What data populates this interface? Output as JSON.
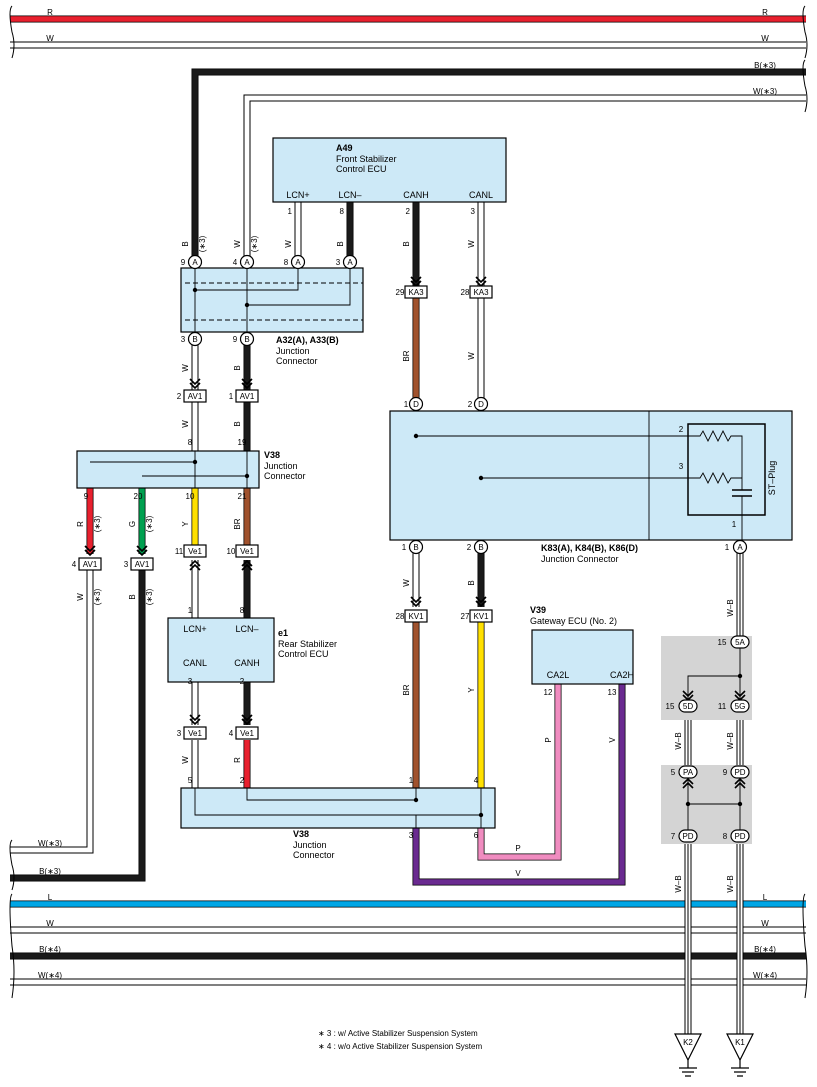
{
  "colors": {
    "R": "#e8202e",
    "W": "#ffffff",
    "B": "#1a1a1a",
    "L": "#00a6e6",
    "BR": "#a0522d",
    "Y": "#ffe000",
    "G": "#00a050",
    "P": "#f08cc0",
    "V": "#6a2a90",
    "WB": "#ffffff",
    "box": "#cde9f7",
    "grey": "#d4d4d4"
  },
  "bus_labels": {
    "r": "R",
    "w": "W",
    "b3": "B(∗3)",
    "w3": "W(∗3)",
    "l": "L",
    "w_low": "W",
    "b4": "B(∗4)",
    "w4": "W(∗4)",
    "w3_left": "W(∗3)",
    "b3_left": "B(∗3)"
  },
  "a49": {
    "code": "A49",
    "name1": "Front Stabilizer",
    "name2": "Control ECU",
    "pins": [
      {
        "name": "LCN+",
        "num": "1"
      },
      {
        "name": "LCN–",
        "num": "8"
      },
      {
        "name": "CANH",
        "num": "2"
      },
      {
        "name": "CANL",
        "num": "3"
      }
    ]
  },
  "a32": {
    "code": "A32(A), A33(B)",
    "name1": "Junction",
    "name2": "Connector"
  },
  "v38top": {
    "code": "V38",
    "name1": "Junction",
    "name2": "Connector"
  },
  "k83": {
    "code": "K83(A), K84(B), K86(D)",
    "name1": "Junction Connector",
    "stplug": "ST–Plug"
  },
  "e1": {
    "code": "e1",
    "name1": "Rear Stabilizer",
    "name2": "Control ECU",
    "lcnp": "LCN+",
    "lcnm": "LCN–",
    "canl": "CANL",
    "canh": "CANH"
  },
  "v39": {
    "code": "V39",
    "name1": "Gateway ECU (No. 2)",
    "ca2l": "CA2L",
    "ca2h": "CA2H"
  },
  "v38bot": {
    "code": "V38",
    "name1": "Junction",
    "name2": "Connector"
  },
  "connectors": {
    "av1": "AV1",
    "ve1": "Ve1",
    "ka3": "KA3",
    "kv1": "KV1"
  },
  "circle_codes": {
    "a": "A",
    "b": "B",
    "d": "D",
    "sa": "5A",
    "sd": "5D",
    "sg": "5G",
    "pa": "PA",
    "pd": "PD"
  },
  "wire_codes": {
    "w": "W",
    "b": "B",
    "br": "BR",
    "r": "R",
    "g": "G",
    "y": "Y",
    "p": "P",
    "v": "V",
    "wb": "W–B",
    "s3": "(∗3)"
  },
  "pins": {
    "n1": "1",
    "n2": "2",
    "n3": "3",
    "n4": "4",
    "n5": "5",
    "n6": "6",
    "n7": "7",
    "n8": "8",
    "n9": "9",
    "n10": "10",
    "n11": "11",
    "n12": "12",
    "n13": "13",
    "n15": "15",
    "n19": "19",
    "n20": "20",
    "n21": "21",
    "n27": "27",
    "n28": "28",
    "n29": "29"
  },
  "grounds": {
    "k2": "K2",
    "k1": "K1"
  },
  "notes": {
    "n3": "∗ 3 : w/ Active Stabilizer Suspension System",
    "n4": "∗ 4 : w/o Active Stabilizer Suspension System"
  }
}
